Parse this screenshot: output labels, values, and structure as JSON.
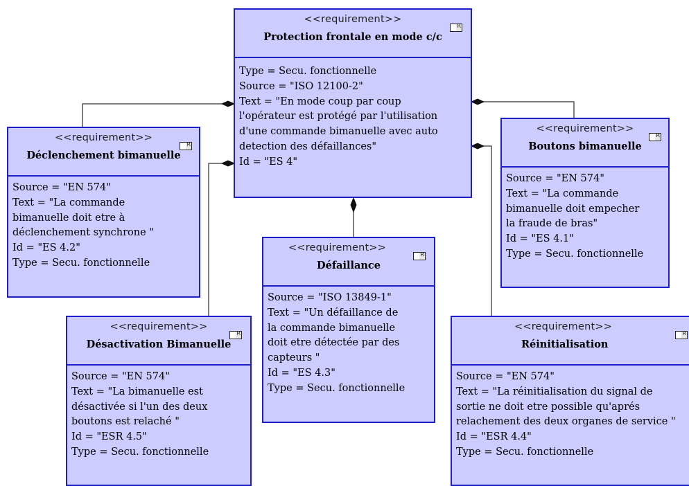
{
  "boxes": {
    "main": {
      "stereotype": "<<requirement>>",
      "title": "Protection frontale en mode c/c",
      "lines": [
        "Type = Secu.  fonctionnelle",
        "Source = \"ISO  12100-2\"",
        "Text = \"En  mode coup par coup",
        "l'opérateur est protégé par l'utilisation",
        "d'une commande bimanuelle avec auto",
        "detection des défaillances\"",
        "Id = \"ES  4\""
      ]
    },
    "declenchement": {
      "stereotype": "<<requirement>>",
      "title": "Déclenchement bimanuelle",
      "lines": [
        "Source = \"EN  574\"",
        "Text = \"La  commande",
        "bimanuelle doit etre à",
        "déclenchement synchrone \"",
        "Id = \"ES  4.2\"",
        "Type = Secu.  fonctionnelle"
      ]
    },
    "boutons": {
      "stereotype": "<<requirement>>",
      "title": "Boutons bimanuelle",
      "lines": [
        "Source = \"EN  574\"",
        "Text = \"La  commande",
        "bimanuelle doit empecher",
        "la fraude de bras\"",
        "Id = \"ES  4.1\"",
        "Type = Secu.  fonctionnelle"
      ]
    },
    "defaillance": {
      "stereotype": "<<requirement>>",
      "title": "Défaillance",
      "lines": [
        "Source = \"ISO  13849-1\"",
        "Text = \"Un  défaillance de",
        "la commande bimanuelle",
        "doit etre détectée par des",
        "capteurs \"",
        "Id = \"ES  4.3\"",
        "Type = Secu.  fonctionnelle"
      ]
    },
    "desactivation": {
      "stereotype": "<<requirement>>",
      "title": "Désactivation Bimanuelle",
      "lines": [
        "Source = \"EN  574\"",
        "Text = \"La  bimanuelle est",
        "désactivée si l'un des deux",
        "boutons est relaché \"",
        "Id = \"ESR  4.5\"",
        "Type = Secu.  fonctionnelle"
      ]
    },
    "reinitialisation": {
      "stereotype": "<<requirement>>",
      "title": "Réinitialisation",
      "lines": [
        "Source = \"EN  574\"",
        "Text = \"La  réinitialisation du signal de",
        "sortie ne doit etre possible qu'aprés",
        "relachement des deux organes de service \"",
        "Id = \"ESR  4.4\"",
        "Type = Secu.  fonctionnelle"
      ]
    }
  },
  "colors": {
    "box_fill": "#ccccff",
    "box_border": "#1e1ec8",
    "connector": "#444444"
  }
}
